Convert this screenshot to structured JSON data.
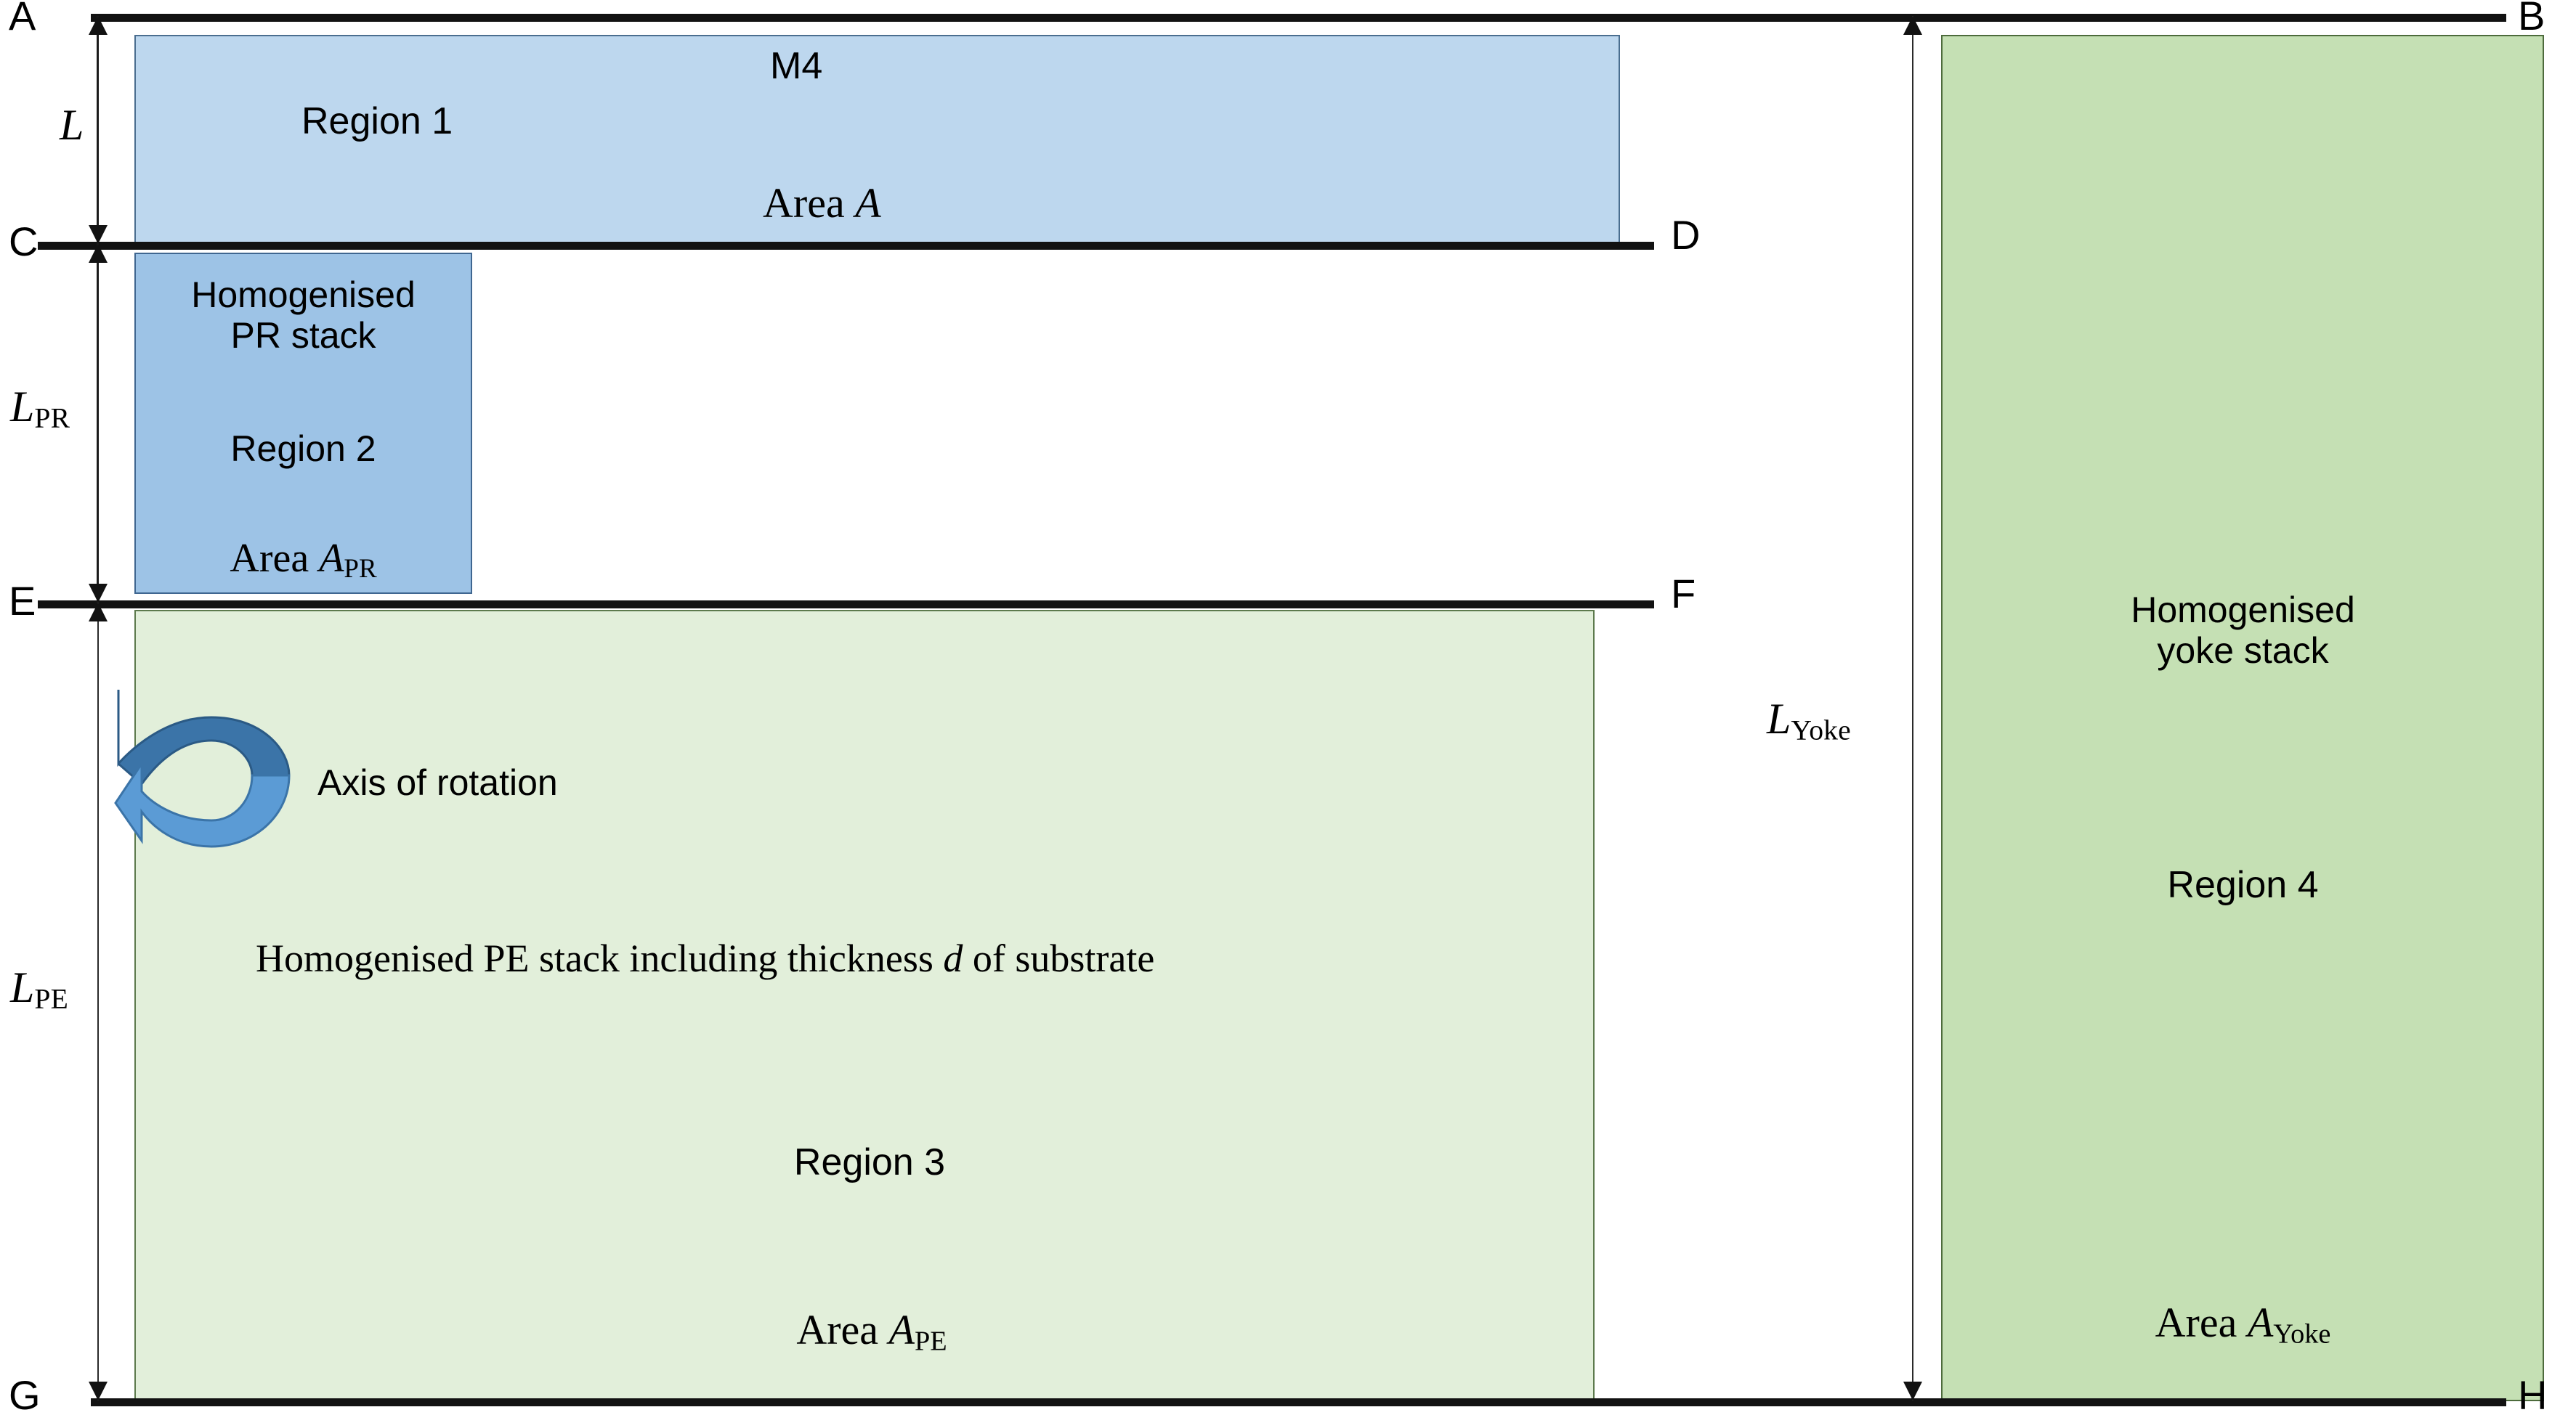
{
  "corners": {
    "top_left": "A",
    "top_right": "B",
    "mid_upper_left": "C",
    "mid_upper_right": "D",
    "mid_lower_left": "E",
    "mid_lower_right": "F",
    "bottom_left": "G",
    "bottom_right": "H"
  },
  "dimensions": {
    "L": {
      "symbol": "L",
      "subscript": ""
    },
    "L_PR": {
      "symbol": "L",
      "subscript": "PR"
    },
    "L_PE": {
      "symbol": "L",
      "subscript": "PE"
    },
    "L_Yoke": {
      "symbol": "L",
      "subscript": "Yoke"
    }
  },
  "regions": {
    "region1": {
      "material": "M4",
      "name": "Region 1",
      "area_prefix": "Area ",
      "area_symbol": "A",
      "area_subscript": "",
      "fill": "#bdd7ee",
      "stroke": "#4a6e8f"
    },
    "region2": {
      "title_line1": "Homogenised",
      "title_line2": "PR stack",
      "name": "Region 2",
      "area_prefix": "Area ",
      "area_symbol": "A",
      "area_subscript": "PR",
      "fill": "#9dc3e6",
      "stroke": "#3f6690"
    },
    "region3": {
      "description": "Homogenised PE stack including thickness ",
      "description_symbol": "d",
      "description_tail": " of substrate",
      "name": "Region 3",
      "area_prefix": "Area ",
      "area_symbol": "A",
      "area_subscript": "PE",
      "fill": "#e2efda",
      "stroke": "#5d7a4d"
    },
    "region4": {
      "title_line1": "Homogenised",
      "title_line2": "yoke stack",
      "name": "Region 4",
      "area_prefix": "Area ",
      "area_symbol": "A",
      "area_subscript": "Yoke",
      "fill": "#c5e0b4",
      "stroke": "#4d6b3c"
    }
  },
  "annotations": {
    "axis_of_rotation": "Axis of rotation",
    "rotation_arrow_dark": "#3b74a8",
    "rotation_arrow_light": "#5b9bd5"
  },
  "colors": {
    "line": "#121212",
    "background": "#ffffff"
  }
}
